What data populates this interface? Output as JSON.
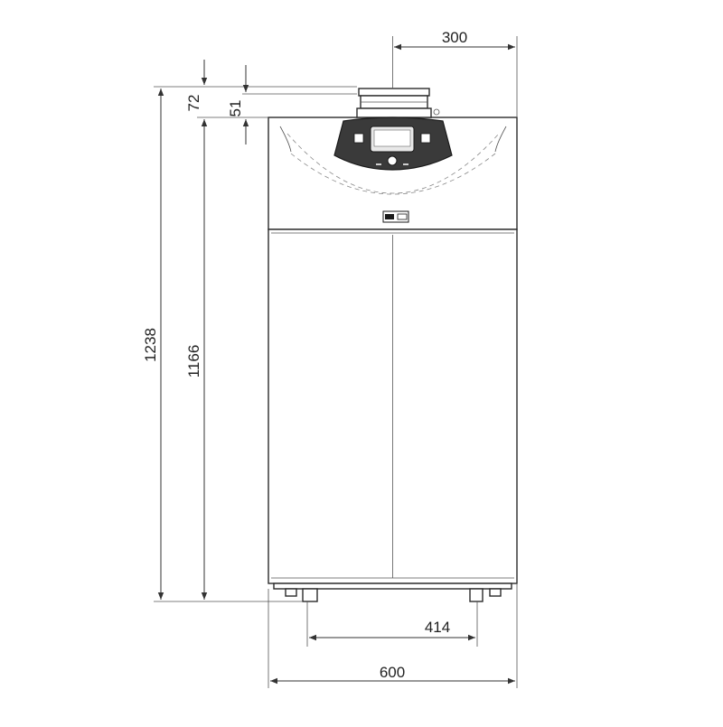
{
  "dimensions": {
    "flue_offset": "300",
    "flue_height": "72",
    "flue_collar": "51",
    "total_height": "1238",
    "casing_height": "1166",
    "feet_spacing": "414",
    "total_width": "600"
  },
  "colors": {
    "line": "#2a2a2a",
    "background": "#ffffff",
    "control_panel": "#3a3a3a",
    "display": "#e8e8e8"
  }
}
